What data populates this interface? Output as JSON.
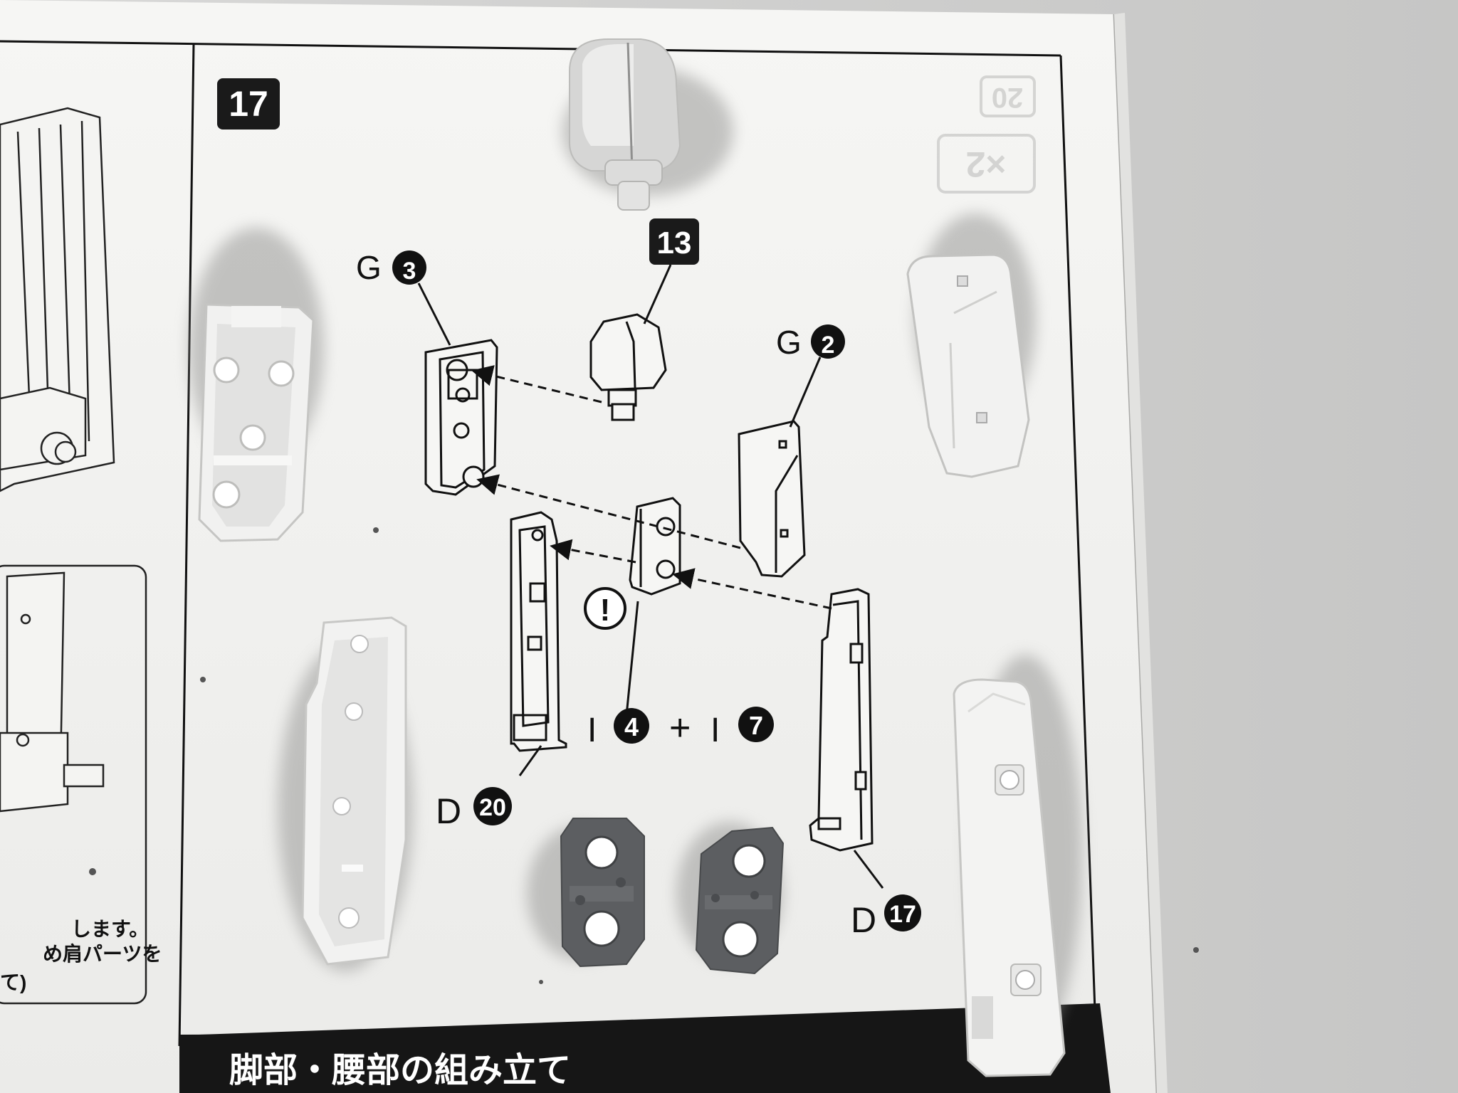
{
  "manual": {
    "step_number": "17",
    "sub_step_badge": "13",
    "section_title": "脚部・腰部の組み立て",
    "left_note_lines": [
      "します。",
      "め肩パーツを",
      "て)"
    ],
    "warning_mark": "!",
    "parts": {
      "g3": {
        "letter": "G",
        "num": "3"
      },
      "g2": {
        "letter": "G",
        "num": "2"
      },
      "d20": {
        "letter": "D",
        "num": "20"
      },
      "d17": {
        "letter": "D",
        "num": "17"
      },
      "i4": {
        "letter": "I",
        "num": "4"
      },
      "plus": "+",
      "i7": {
        "letter": "I",
        "num": "7"
      }
    },
    "ghost_page_marks": [
      "20",
      "×2"
    ]
  },
  "colors": {
    "paper": "#f3f3f1",
    "paper_shadow": "#dcdcda",
    "background": "#cfcfce",
    "ink": "#111111",
    "light_part": "#f1f1f0",
    "part_shadow": "#bdbdbb",
    "gray_part": "#5b5d60",
    "badge_bg": "#1a1a1a"
  }
}
